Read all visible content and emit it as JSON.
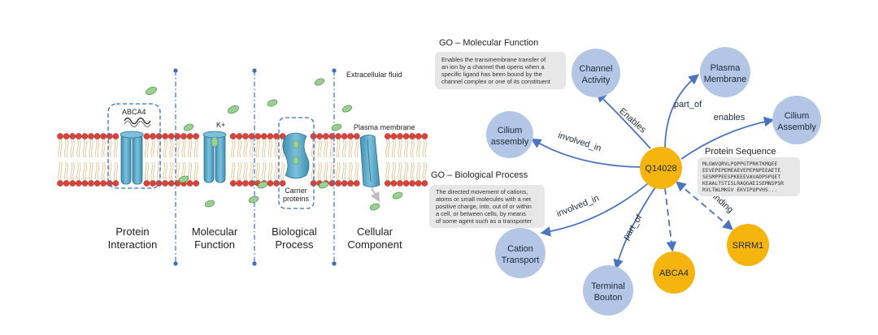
{
  "membrane": {
    "categories": [
      {
        "line1": "Protein",
        "line2": "Interaction"
      },
      {
        "line1": "Molecular",
        "line2": "Function"
      },
      {
        "line1": "Biological",
        "line2": "Process"
      },
      {
        "line1": "Cellular",
        "line2": "Component"
      }
    ],
    "abca4_label": "ABCA4",
    "k_label": "K+",
    "carrier_line1": "Carrier",
    "carrier_line2": "proteins",
    "extracellular": "Extracellular fluid",
    "plasma_membrane": "Plasma membrane"
  },
  "graph": {
    "center": "Q14028",
    "nodes": {
      "channel_activity": {
        "line1": "Channel",
        "line2": "Activity"
      },
      "plasma_membrane": {
        "line1": "Plasma",
        "line2": "Membrane"
      },
      "cilium_assembly_right": {
        "line1": "Cilium",
        "line2": "Assembly"
      },
      "cilium_assembly_left": {
        "line1": "Cilium",
        "line2": "assembly"
      },
      "cation_transport": {
        "line1": "Cation",
        "line2": "Transport"
      },
      "terminal_bouton": {
        "line1": "Terminal",
        "line2": "Bouton"
      },
      "abca4": "ABCA4",
      "srrm1": "SRRM1"
    },
    "edges": {
      "enables_channel": "Enables",
      "part_of_plasma": "part_of",
      "enables_cilium": "enables",
      "involved_in_cilium": "involved_in",
      "involved_in_cation": "involved_in",
      "part_of_bouton": "part_of",
      "binding": "binding"
    },
    "go_mf": {
      "title": "GO – Molecular Function",
      "lines": [
        "Enables the transmembrane transfer of",
        "an ion by a channel that opens when a",
        "specific ligand has been bound by the",
        "channel complex or one of its constituent"
      ]
    },
    "go_bp": {
      "title": "GO – Biological Process",
      "lines": [
        "The directed movement of cations,",
        "atoms or small molecules with a net",
        "positive charge, into, out of or within",
        "a cell, or between cells, by means",
        "of some agent such as a transporter"
      ]
    },
    "protein_sequence": {
      "title": "Protein Sequence",
      "lines": [
        "MLGWVQRVLPQPPGTPRKTKMQEE",
        "EEVEPEPEMEAEVEPEPNPEEAETE",
        "SESMPPEESPKEEEVAVADPSPQET",
        "KEAALTSTISLRAQGAEISEMNSPSR",
        "RVLTWLMKGV EKVIPQPVHS..."
      ]
    }
  },
  "colors": {
    "node_blue": "#b3c6e6",
    "node_orange": "#f6b40e",
    "edge": "#4a74c0",
    "lipid_head": "#d8443a",
    "lipid_tail": "#e4c89c",
    "protein": "#5aa6c6",
    "ion": "#9ccf94",
    "box_bg": "#e7e7e7"
  }
}
